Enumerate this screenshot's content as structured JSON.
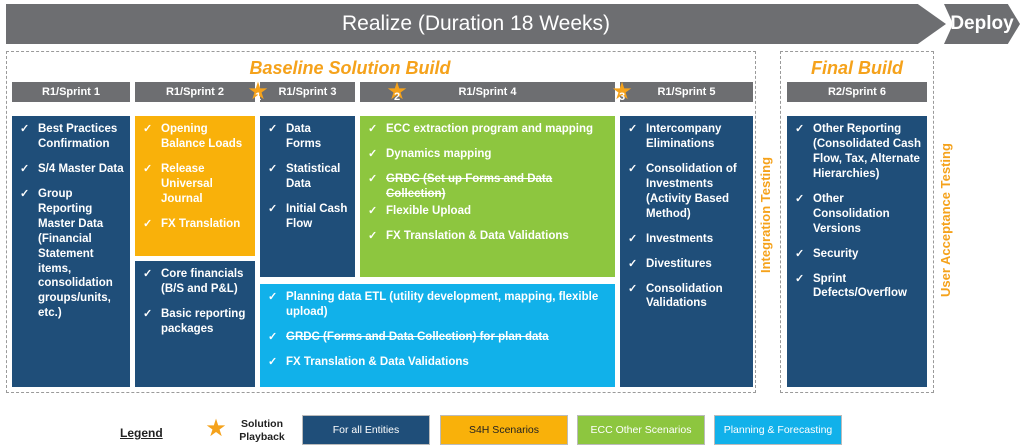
{
  "header": {
    "realize_label": "Realize (Duration 18 Weeks)",
    "deploy_label": "Deploy"
  },
  "baseline": {
    "title": "Baseline Solution Build",
    "sprints": [
      "R1/Sprint 1",
      "R1/Sprint 2",
      "R1/Sprint 3",
      "R1/Sprint 4",
      "R1/Sprint 5"
    ],
    "stars": [
      "1",
      "2",
      "3"
    ],
    "sprint1_items": [
      "Best Practices Confirmation",
      "S/4 Master Data",
      "Group Reporting Master Data (Financial Statement items, consolidation groups/units, etc.)"
    ],
    "sprint2_top_items": [
      "Opening Balance Loads",
      "Release Universal Journal",
      "FX Translation"
    ],
    "sprint2_bottom_items": [
      "Core financials (B/S and P&L)",
      "Basic reporting packages"
    ],
    "sprint3_items": [
      "Data Forms",
      "Statistical Data",
      "Initial Cash Flow"
    ],
    "sprint4_items": [
      "ECC extraction program and mapping",
      "Dynamics mapping",
      "GRDC (Set up Forms and Data Collection)",
      "Flexible Upload",
      "FX Translation & Data Validations"
    ],
    "planning_items": [
      "Planning data ETL (utility development, mapping, flexible upload)",
      "GRDC (Forms and Data Collection) for plan data",
      "FX Translation & Data Validations"
    ],
    "sprint5_items": [
      "Intercompany Eliminations",
      "Consolidation of Investments (Activity Based Method)",
      "Investments",
      "Divestitures",
      "Consolidation Validations"
    ]
  },
  "integration_testing": "Integration Testing",
  "final": {
    "title": "Final Build",
    "sprint": "R2/Sprint 6",
    "items": [
      "Other Reporting (Consolidated Cash Flow, Tax, Alternate Hierarchies)",
      "Other Consolidation Versions",
      "Security",
      "Sprint Defects/Overflow"
    ]
  },
  "user_acceptance_testing": "User Acceptance Testing",
  "legend": {
    "label": "Legend",
    "playback_label": "Solution Playback",
    "entries": [
      {
        "label": "For all Entities",
        "color": "#1f4e79"
      },
      {
        "label": "S4H Scenarios",
        "color": "#f9b10a",
        "text_color": "#222222"
      },
      {
        "label": "ECC  Other Scenarios",
        "color": "#8dc63f"
      },
      {
        "label": "Planning & Forecasting",
        "color": "#11b1ea"
      }
    ]
  },
  "colors": {
    "accent": "#f5a21b",
    "header_gray": "#6d6e71"
  }
}
